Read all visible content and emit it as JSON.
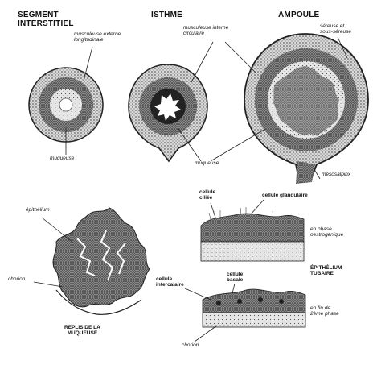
{
  "headings": {
    "segment": "SEGMENT\nINTERSTITIEL",
    "isthme": "ISTHME",
    "ampoule": "AMPOULE"
  },
  "top_labels": {
    "musculeuse_externe": "musculeuse externe\nlongitudinale",
    "musculeuse_interne": "musculeuse interne\ncirculaire",
    "sereuse": "séreuse et\nsous-séreuse",
    "muqueuse_1": "muqueuse",
    "muqueuse_2": "muqueuse",
    "mesosalpinx": "mésosalpinx"
  },
  "bottom_labels": {
    "epithelium": "épithélium",
    "chorion": "chorion",
    "replis_title": "REPLIS DE LA\nMUQUEUSE",
    "cellule_ciliee": "cellule\nciliée",
    "cellule_glandulaire": "cellule glandulaire",
    "en_phase_oestrogenique": "en phase\noestrogénique",
    "epithelium_tubaire": "ÉPITHÉLIUM\nTUBAIRE",
    "cellule_intercalaire": "cellule\nintercalaire",
    "cellule_basale": "cellule\nbasale",
    "en_fin_de_phase": "en fin de\n2ème phase",
    "chorion_2": "chorion"
  },
  "colors": {
    "ink": "#1a1a1a",
    "dark_fill": "#3a3a3a",
    "mid_fill": "#7a7a7a",
    "light_fill": "#bdbdbd"
  }
}
